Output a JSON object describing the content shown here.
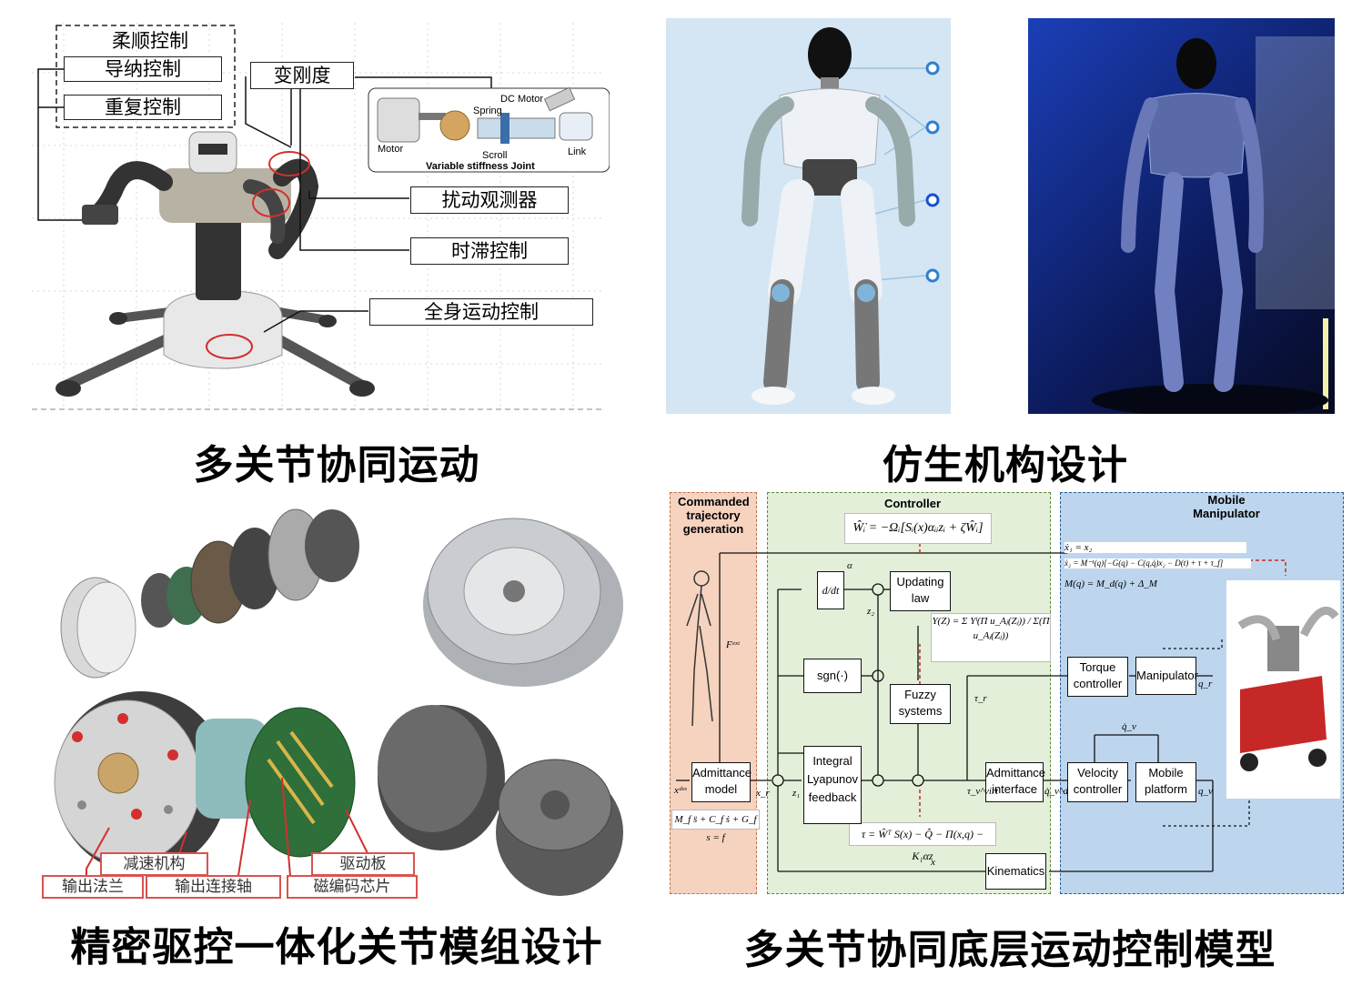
{
  "captions": {
    "top_left": "多关节协同运动",
    "top_right": "仿生机构设计",
    "bottom_left": "精密驱控一体化关节模组设计",
    "bottom_right": "多关节协同底层运动控制模型"
  },
  "top_left_panel": {
    "group_labels": [
      "柔顺控制",
      "导纳控制",
      "重复控制"
    ],
    "labels": {
      "variable_stiffness": "变刚度",
      "disturbance_observer": "扰动观测器",
      "time_delay": "时滞控制",
      "whole_body": "全身运动控制"
    },
    "vsj": {
      "dc_motor": "DC Motor",
      "spring": "Spring",
      "motor": "Motor",
      "scroll": "Scroll",
      "link": "Link",
      "title": "Variable stiffness Joint"
    }
  },
  "bottom_left_panel": {
    "labels": {
      "reducer": "减速机构",
      "driver_board": "驱动板",
      "output_flange": "输出法兰",
      "output_shaft": "输出连接轴",
      "encoder_chip": "磁编码芯片"
    }
  },
  "bottom_right_panel": {
    "sections": {
      "trajectory": "Commanded trajectory generation",
      "controller": "Controller",
      "mobile": "Mobile Manipulator"
    },
    "blocks": {
      "derivative": "d/dt",
      "updating_law": "Updating law",
      "sgn": "sgn(·)",
      "fuzzy": "Fuzzy systems",
      "integral": "Integral Lyapunov feedback",
      "admittance_model": "Admittance model",
      "admittance_interface": "Admittance interface",
      "torque_controller": "Torque controller",
      "manipulator": "Manipulator",
      "velocity_controller": "Velocity controller",
      "mobile_platform": "Mobile platform",
      "kinematics": "Kinematics"
    },
    "equations": {
      "update": "Ŵ̇ᵢ = −Ωᵢ[Sᵢ(x)αᵢᵢzᵢ + ζŴᵢ]",
      "fuzzy": "Y(Z) = Σ Yˡ(Π u_Aⱼ(Zⱼ)) / Σ(Π u_Aⱼ(Zⱼ))",
      "tau": "τ = Ŵᵀ S(x) − Q̂ − Π(x,q) − K₁αz",
      "admittance": "M_f s̈ + C_f ṡ + G_f s = f",
      "dynamics_1": "ẋ₁ = x₂",
      "dynamics_2": "ẋ₂ = M⁻¹(q)[−G(q) − C(q,q̇)x₂ − D(t) + τ + τ_f]",
      "dynamics_3": "M(q) = M_d(q) + Δ_M"
    },
    "signals": {
      "f_ext": "Fᵉˣᵗ",
      "x_des": "xᵈᵉˢ",
      "x_r": "x_r",
      "z1": "z₁",
      "z2": "z₂",
      "alpha": "α",
      "tau_r": "τ_r",
      "tau_virt": "τ_v^virt",
      "qd": "q̇_v^d",
      "q_r": "q_r",
      "q_v": "q_v",
      "q_v_dot": "q̇_v",
      "x": "x"
    }
  },
  "colors": {
    "orange_panel": "#f6d3bf",
    "green_panel": "#e3efd9",
    "blue_panel": "#bdd6ee",
    "red_marker": "#d32f2f",
    "label_border_red": "#d9534f"
  }
}
